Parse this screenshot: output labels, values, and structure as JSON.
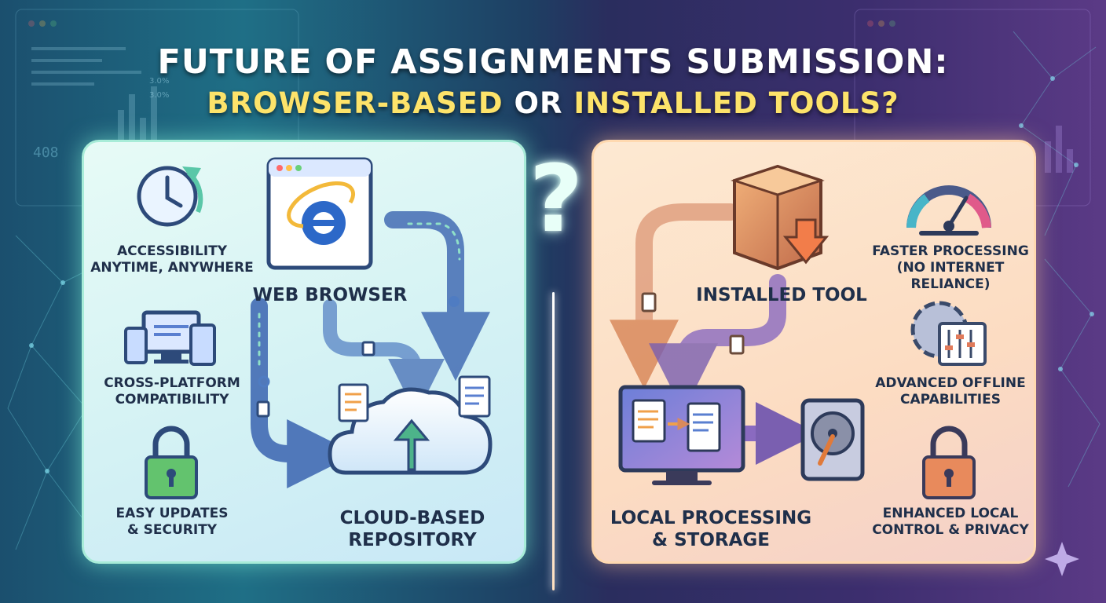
{
  "title": {
    "line1": "FUTURE OF ASSIGNMENTS SUBMISSION:",
    "line2_part1": "BROWSER-BASED",
    "line2_part2": "OR",
    "line2_part3": "INSTALLED TOOLS?"
  },
  "background": {
    "left_number": "408",
    "left_stat_1": "3.0%",
    "left_stat_2": "3.0%"
  },
  "left_panel": {
    "features": [
      {
        "label": "ACCESSIBILITY\nANYTIME, ANYWHERE",
        "icon": "clock-refresh-icon"
      },
      {
        "label": "CROSS-PLATFORM\nCOMPATIBILITY",
        "icon": "devices-icon"
      },
      {
        "label": "EASY UPDATES\n& SECURITY",
        "icon": "padlock-icon"
      }
    ],
    "center_label": "WEB BROWSER",
    "center_icon": "browser-e-icon",
    "bottom_label": "CLOUD-BASED\nREPOSITORY",
    "bottom_icon": "cloud-upload-icon"
  },
  "right_panel": {
    "features": [
      {
        "label": "FASTER PROCESSING\n(NO INTERNET RELIANCE)",
        "icon": "speedometer-icon"
      },
      {
        "label": "ADVANCED OFFLINE\nCAPABILITIES",
        "icon": "gear-sliders-icon"
      },
      {
        "label": "ENHANCED LOCAL\nCONTROL & PRIVACY",
        "icon": "padlock-icon"
      }
    ],
    "center_label": "INSTALLED TOOL",
    "center_icon": "package-download-icon",
    "bottom_label": "LOCAL PROCESSING\n& STORAGE",
    "bottom_icon": "monitor-drive-icon"
  },
  "center": {
    "symbol": "?"
  },
  "colors": {
    "left_accent": "#3a64b0",
    "left_arrow": "#8fd6c8",
    "right_accent": "#7a5fb0",
    "right_arrow": "#e08a5c",
    "title_highlight": "#fde36a"
  }
}
